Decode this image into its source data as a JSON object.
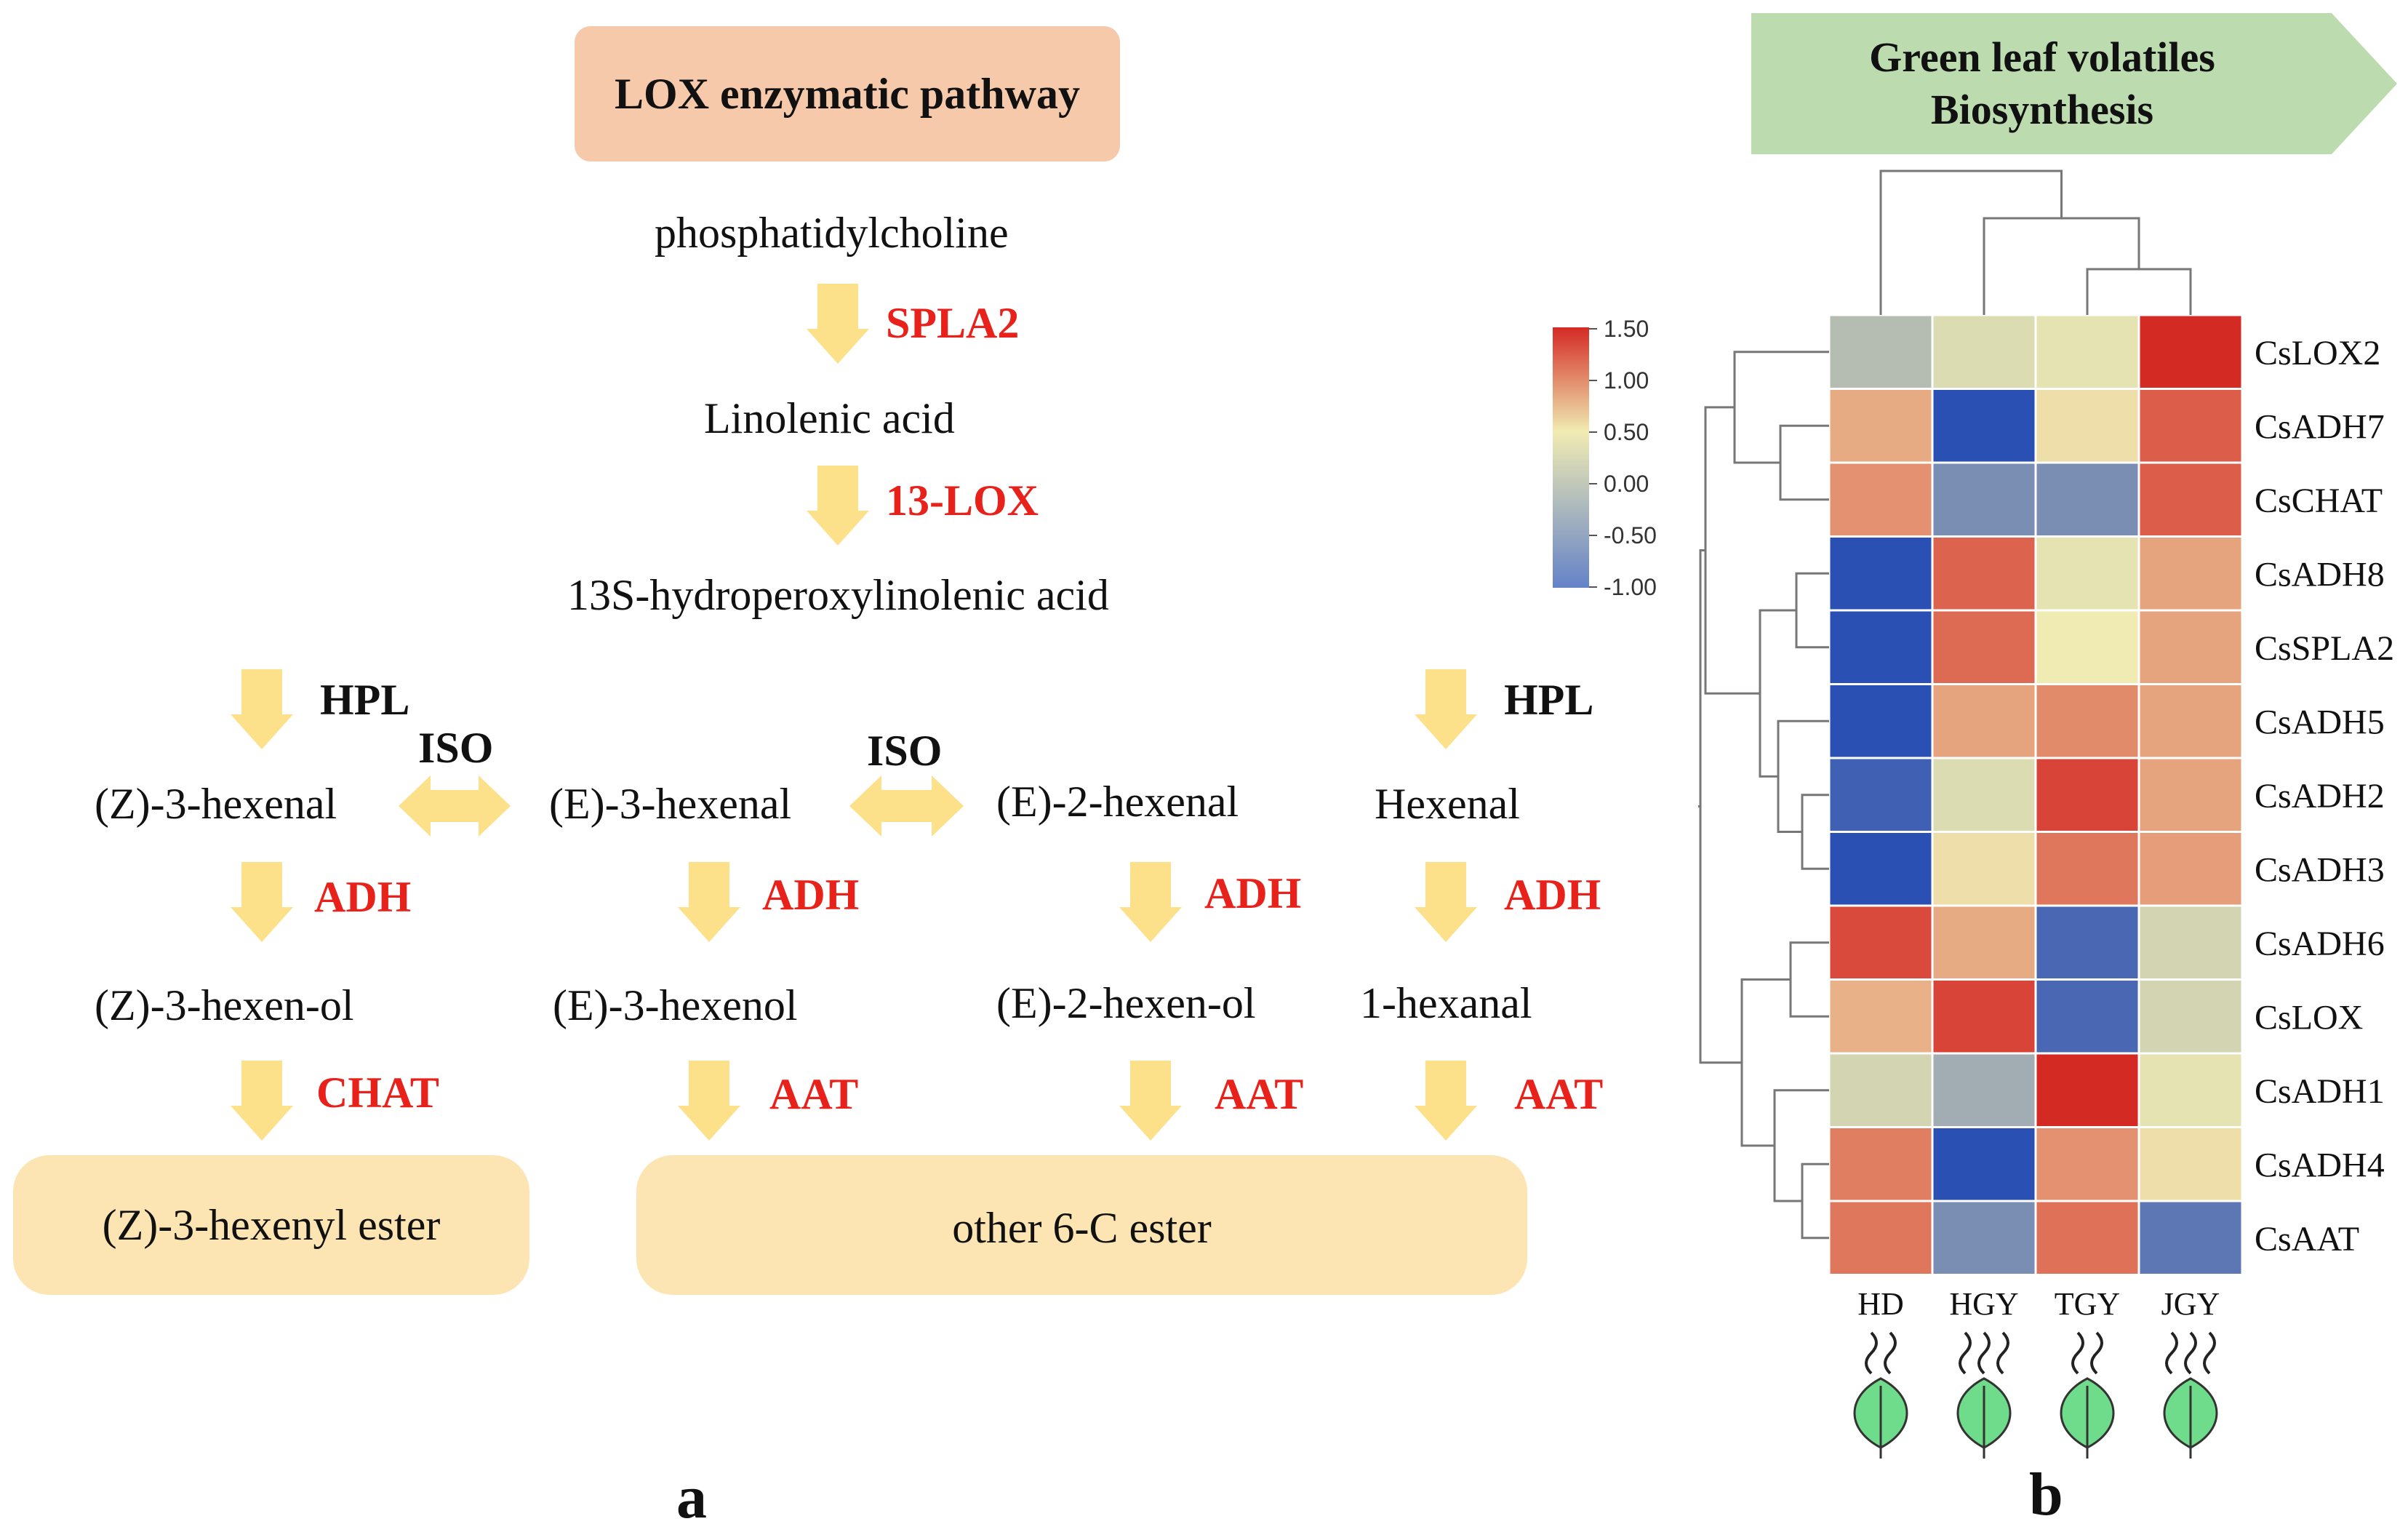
{
  "panel_a": {
    "title": "LOX enzymatic pathway",
    "label": "a",
    "nodes": {
      "phosphatidylcholine": "phosphatidylcholine",
      "linolenic": "Linolenic acid",
      "hydroperoxy": "13S-hydroperoxylinolenic acid",
      "z3hexenal": "(Z)-3-hexenal",
      "e3hexenal": "(E)-3-hexenal",
      "e2hexenal": "(E)-2-hexenal",
      "hexenal": "Hexenal",
      "z3hexenol": "(Z)-3-hexen-ol",
      "e3hexenol": "(E)-3-hexenol",
      "e2hexenol": "(E)-2-hexen-ol",
      "hexanal1": "1-hexanal",
      "z3ester": "(Z)-3-hexenyl ester",
      "other6c": "other 6-C ester"
    },
    "enzymes": {
      "spla2": "SPLA2",
      "lox13": "13-LOX",
      "hpl_left": "HPL",
      "hpl_right": "HPL",
      "iso1": "ISO",
      "iso2": "ISO",
      "adh1": "ADH",
      "adh2": "ADH",
      "adh3": "ADH",
      "adh4": "ADH",
      "chat": "CHAT",
      "aat1": "AAT",
      "aat2": "AAT",
      "aat3": "AAT"
    },
    "colors": {
      "title_box": "#f7c9ab",
      "arrow": "#fde08a",
      "ester_box": "#fce5b2",
      "red_enzyme": "#e8211b"
    }
  },
  "panel_b": {
    "banner_line1": "Green leaf volatiles",
    "banner_line2": "Biosynthesis",
    "banner_color": "#bcdcb0",
    "label": "b",
    "legend_ticks": [
      "1.50",
      "1.00",
      "0.50",
      "0.00",
      "-0.50",
      "-1.00"
    ],
    "leaf_color": "#6fdc8c"
  },
  "chart_data": {
    "type": "heatmap",
    "columns": [
      "HD",
      "HGY",
      "TGY",
      "JGY"
    ],
    "rows": [
      "CsLOX2",
      "CsADH7",
      "CsCHAT",
      "CsADH8",
      "CsSPLA2",
      "CsADH5",
      "CsADH2",
      "CsADH3",
      "CsADH6",
      "CsLOX",
      "CsADH1",
      "CsADH4",
      "CsAAT"
    ],
    "values": [
      [
        -0.3,
        -0.1,
        -0.05,
        1.5
      ],
      [
        0.5,
        -1.0,
        0.1,
        1.1
      ],
      [
        0.7,
        -0.6,
        -0.6,
        1.1
      ],
      [
        -1.0,
        1.05,
        -0.05,
        0.55
      ],
      [
        -1.0,
        1.0,
        0.0,
        0.55
      ],
      [
        -1.15,
        0.55,
        0.75,
        0.55
      ],
      [
        -0.9,
        -0.1,
        1.3,
        0.55
      ],
      [
        -1.0,
        0.1,
        0.9,
        0.6
      ],
      [
        1.25,
        0.5,
        -0.85,
        -0.15
      ],
      [
        0.45,
        1.3,
        -0.85,
        -0.15
      ],
      [
        -0.15,
        -0.4,
        1.5,
        -0.05
      ],
      [
        0.85,
        -1.0,
        0.7,
        0.1
      ],
      [
        0.9,
        -0.6,
        0.95,
        -0.75
      ]
    ],
    "color_range": [
      -1.0,
      1.5
    ],
    "colors": {
      "low": "#2b50b3",
      "mid": "#f0ebb2",
      "high": "#d42a24"
    }
  }
}
